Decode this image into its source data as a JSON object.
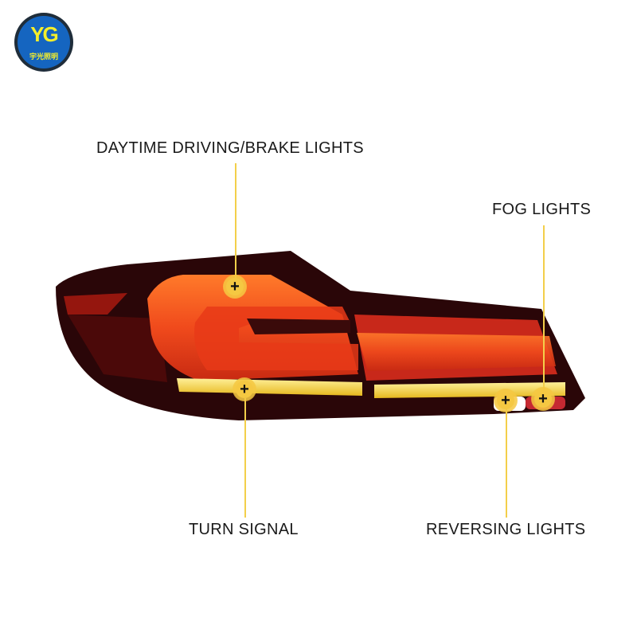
{
  "logo": {
    "mark": "YG",
    "text": "宇光照明",
    "colors": {
      "ring": "#1f2d3a",
      "fill": "#1565c0",
      "glyph": "#f5ee2a"
    }
  },
  "callouts": [
    {
      "id": "drl-brake",
      "label": "DAYTIME DRIVING/BRAKE LIGHTS",
      "marker": "+"
    },
    {
      "id": "fog",
      "label": "FOG LIGHTS",
      "marker": "+"
    },
    {
      "id": "turn",
      "label": "TURN SIGNAL",
      "marker": "+"
    },
    {
      "id": "reversing",
      "label": "REVERSING LIGHTS",
      "marker": "+"
    }
  ],
  "colors": {
    "accent": "#f3cf4a",
    "housing": "#2a0608",
    "lens_red": "#e8401c",
    "lens_orange": "#ff6a1a",
    "turn_yellow": "#f5d23a",
    "reverse_white": "#ffffff"
  }
}
